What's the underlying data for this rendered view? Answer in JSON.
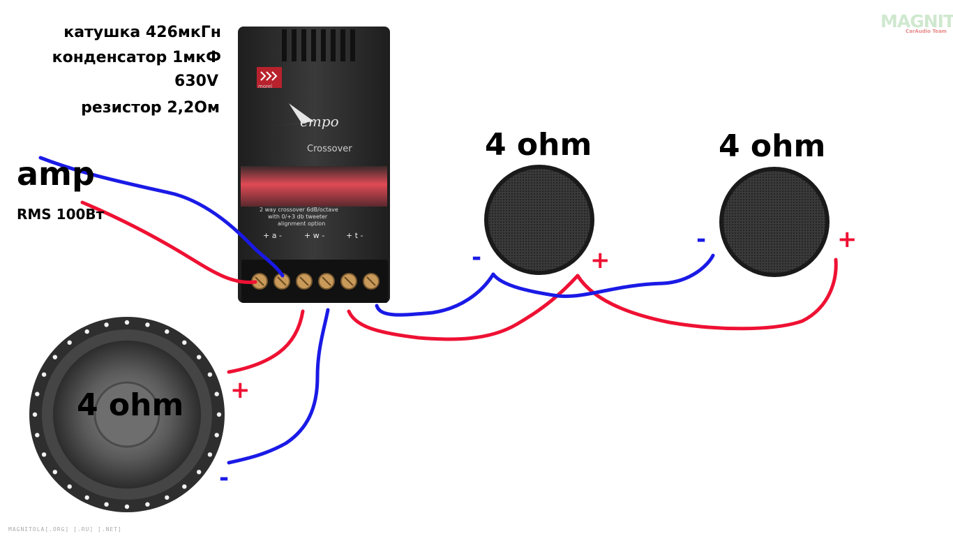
{
  "specs": {
    "coil": "катушка 426мкГн",
    "capacitor": "конденсатор 1мкФ",
    "voltage": "630V",
    "resistor": "резистор 2,2Ом"
  },
  "amp": {
    "title": "amp",
    "rms": "RMS 100Вт"
  },
  "crossover": {
    "brand": "morel",
    "model": "empo",
    "subtitle": "Crossover",
    "desc_line1": "2 way crossover 6dB/octave",
    "desc_line2": "with 0/+3 db tweeter",
    "desc_line3": "alignment option",
    "term_a": "+ a -",
    "term_w": "+ w -",
    "term_t": "+ t -"
  },
  "speakers": {
    "tweeter1": {
      "impedance": "4 ohm",
      "minus": "-",
      "plus": "+"
    },
    "tweeter2": {
      "impedance": "4 ohm",
      "minus": "-",
      "plus": "+"
    },
    "woofer": {
      "impedance": "4 ohm",
      "minus": "-",
      "plus": "+"
    }
  },
  "watermark": {
    "logo": "MAGNITOLA",
    "logo_sub": "CarAudio Team",
    "footer": "MAGNITOLA[.ORG] [.RU] [.NET]"
  },
  "colors": {
    "positive_wire": "#ee1133",
    "negative_wire": "#1a1ae6",
    "crossover_body": "#2a2a2a",
    "crossover_band": "#d9404a",
    "terminal": "#c99a5a"
  }
}
